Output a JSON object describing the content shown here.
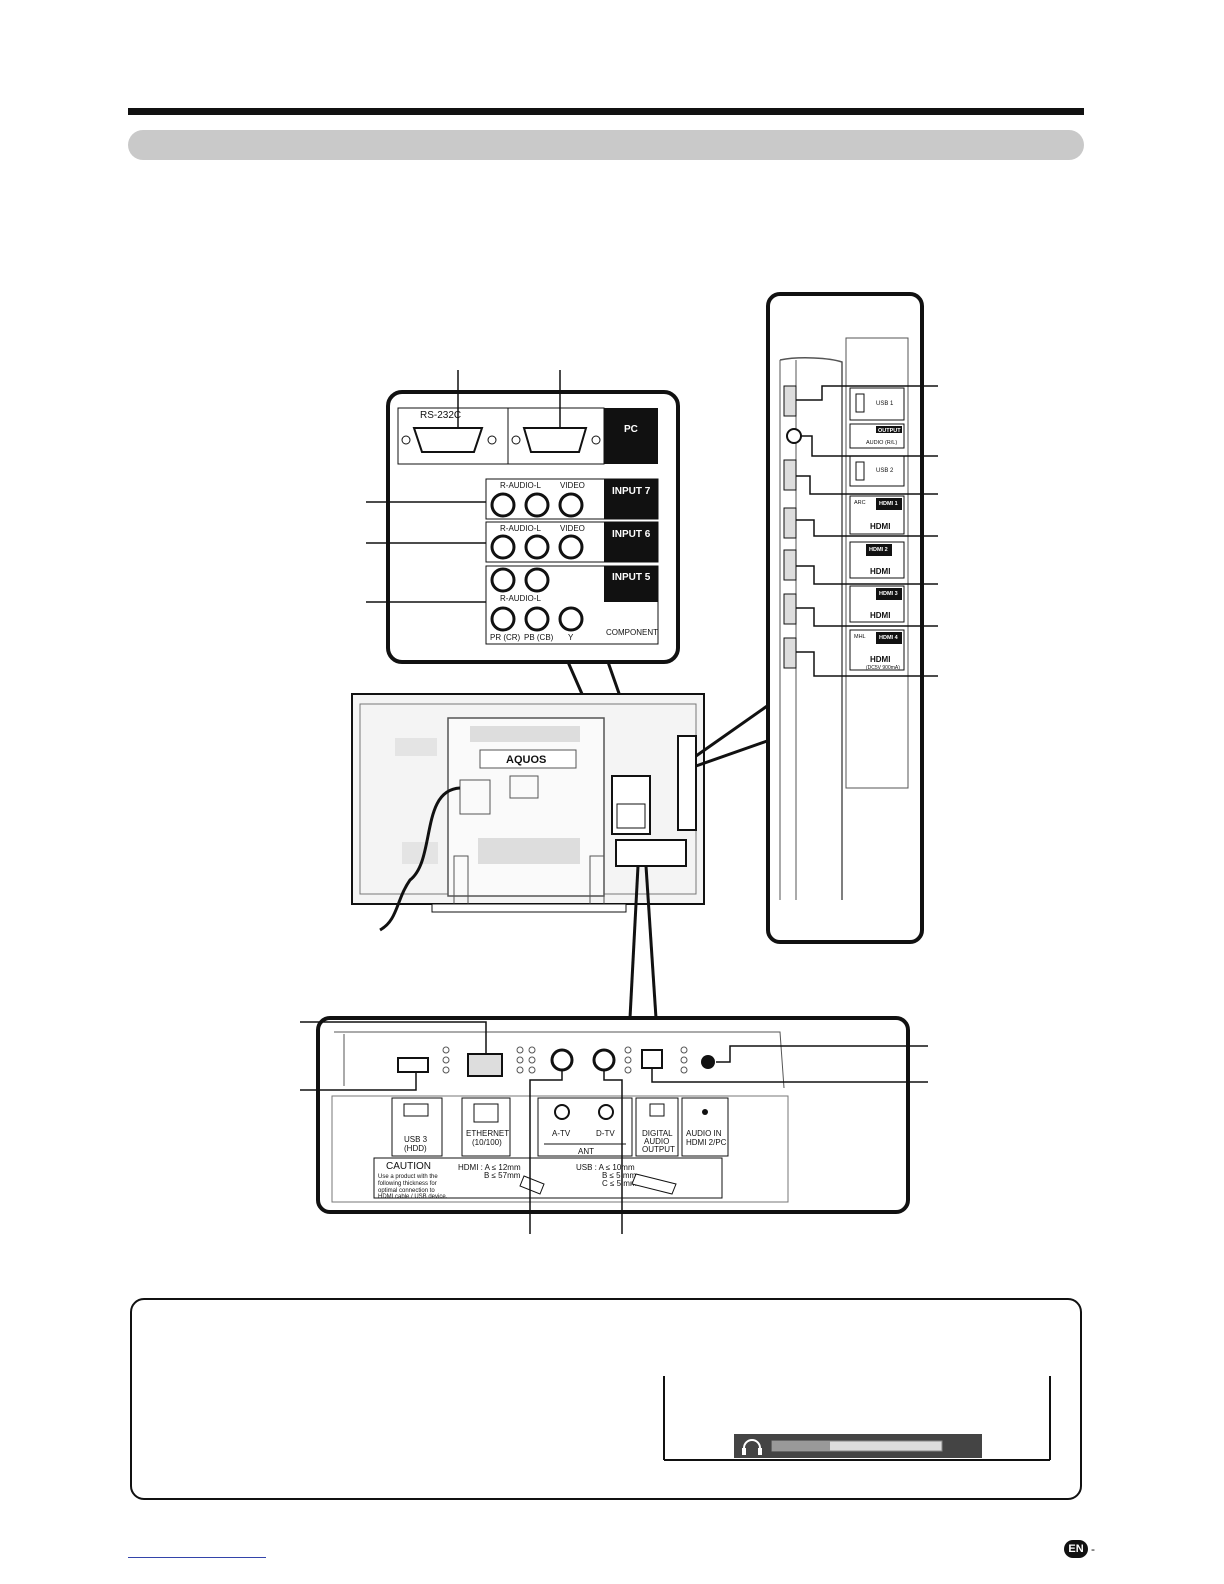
{
  "panel_labels": {
    "rs232c": "RS-232C",
    "pc": "PC",
    "input7": "INPUT 7",
    "input6": "INPUT 6",
    "input5": "INPUT 5",
    "r_audio_l": "R-AUDIO-L",
    "video": "VIDEO",
    "pr": "PR (CR)",
    "pb": "PB (CB)",
    "y": "Y",
    "component": "COMPONENT"
  },
  "tv_back": {
    "brand": "AQUOS"
  },
  "side_panel": {
    "usb1": "USB 1",
    "output": "OUTPUT",
    "audio_rl": "AUDIO (R/L)",
    "usb2": "USB 2",
    "arc": "ARC",
    "hdmi1": "HDMI 1",
    "hdmi2": "HDMI 2",
    "hdmi3": "HDMI 3",
    "mhl": "MHL",
    "hdmi4": "HDMI 4",
    "dc5v": "(DC5V 900mA)",
    "hdmi_logo": "HDMI"
  },
  "bottom_panel": {
    "usb3": "USB 3",
    "hdd": "(HDD)",
    "ethernet": "ETHERNET",
    "ethernet_speed": "(10/100)",
    "atv": "A-TV",
    "dtv": "D-TV",
    "ant": "ANT",
    "digital": "DIGITAL",
    "audio": "AUDIO",
    "output": "OUTPUT",
    "audio_in": "AUDIO IN",
    "hdmi2_pc": "HDMI 2/PC",
    "caution_title": "CAUTION",
    "caution_l1": "Use a product with the",
    "caution_l2": "following thickness for",
    "caution_l3": "optimal connection to",
    "caution_l4": "HDMI cable / USB device.",
    "hdmi_a": "HDMI : A ≤ 12mm",
    "hdmi_b": "B ≤ 57mm",
    "usb_a": "USB : A ≤ 10mm",
    "usb_b": "B ≤ 5 mm",
    "usb_c": "C ≤ 5 mm"
  },
  "footer": {
    "language_badge": "EN",
    "page_suffix": "-"
  }
}
